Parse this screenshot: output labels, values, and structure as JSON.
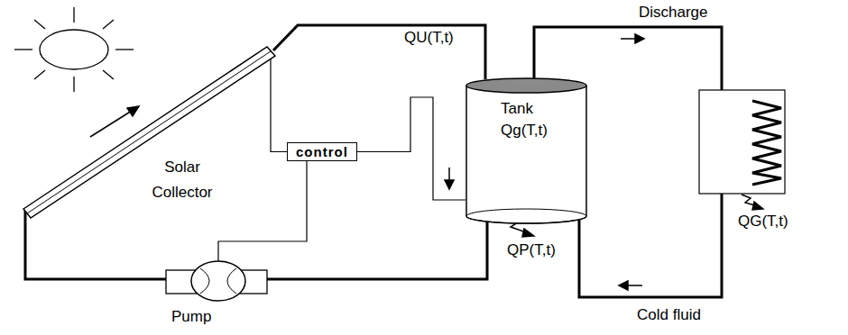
{
  "diagram": {
    "nodes": [
      {
        "text": [
          "Solar Collector"
        ]
      },
      {
        "text": [
          "control"
        ]
      },
      {
        "text": [
          "Tank",
          "Qg(T,t)"
        ]
      },
      {
        "text": [
          "Pump"
        ]
      }
    ],
    "edges": [
      {
        "from": 0,
        "to": 2,
        "label": "QU(T,t)",
        "arrow": "none"
      },
      {
        "from": 2,
        "to": 3,
        "arrow": "none"
      },
      {
        "from": 3,
        "to": 0,
        "arrow": "none"
      },
      {
        "from": 1,
        "to": 0,
        "arrow": "none"
      },
      {
        "from": 1,
        "to": 2,
        "arrow": "none"
      },
      {
        "from": 1,
        "to": 3,
        "arrow": "none"
      }
    ],
    "labels": [
      "Discharge",
      "Cold fluid",
      "QP(T,t)",
      "QG(T,t)"
    ]
  }
}
